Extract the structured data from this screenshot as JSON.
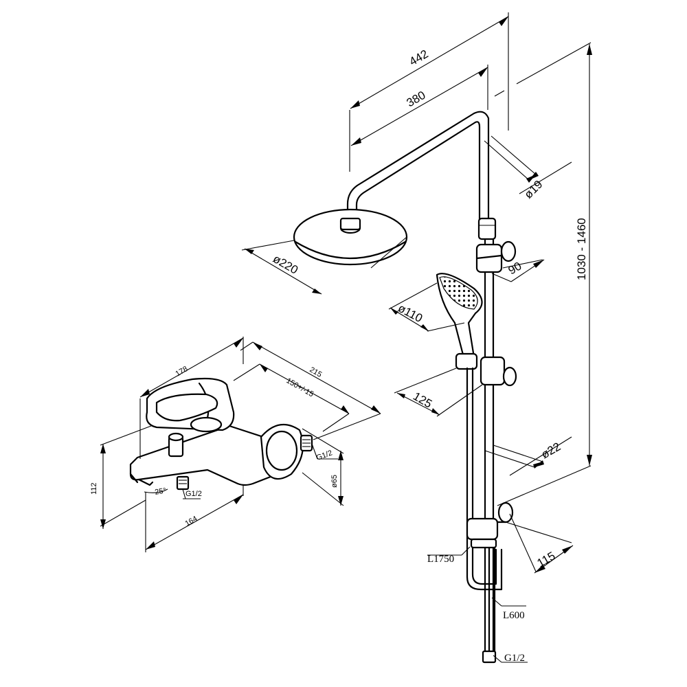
{
  "dimensions": {
    "rail_total": "442",
    "arm_reach": "380",
    "arm_diameter": "ø19",
    "overall_height": "1030 - 1460",
    "head_diameter": "ø220",
    "slider_depth": "90",
    "hand_shower_diameter": "ø110",
    "slider_projection": "125",
    "rail_diameter": "ø22",
    "holder_projection": "115",
    "hose_long": "L1750",
    "hose_short": "L600",
    "connection_bottom": "G1/2",
    "mixer_width": "178",
    "mixer_depth": "215",
    "mixer_centers": "150+/-15",
    "mixer_height": "112",
    "mixer_length": "164",
    "spout_angle": "25°",
    "mixer_inlet_thread": "G1/2",
    "mixer_outlet_thread": "G1/2",
    "escutcheon_diameter": "ø65"
  },
  "colors": {
    "line": "#000000",
    "background": "#ffffff"
  }
}
